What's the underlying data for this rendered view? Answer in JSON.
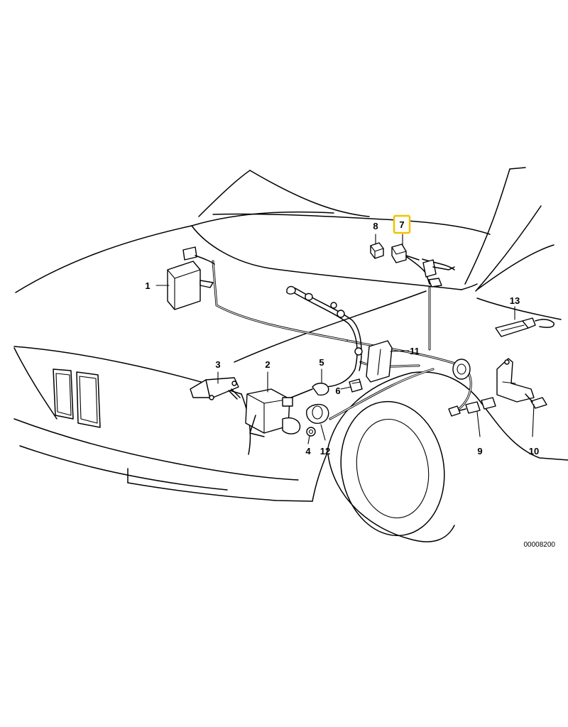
{
  "callouts": [
    {
      "id": "1",
      "label": "1"
    },
    {
      "id": "2",
      "label": "2"
    },
    {
      "id": "3",
      "label": "3"
    },
    {
      "id": "4",
      "label": "4"
    },
    {
      "id": "5",
      "label": "5"
    },
    {
      "id": "6",
      "label": "6"
    },
    {
      "id": "7",
      "label": "7",
      "highlighted": true
    },
    {
      "id": "8",
      "label": "8"
    },
    {
      "id": "9",
      "label": "9"
    },
    {
      "id": "10",
      "label": "10"
    },
    {
      "id": "11",
      "label": "11"
    },
    {
      "id": "12",
      "label": "12"
    },
    {
      "id": "13",
      "label": "13"
    }
  ],
  "highlight_color": "#f2c200",
  "reference_number": "00008200"
}
